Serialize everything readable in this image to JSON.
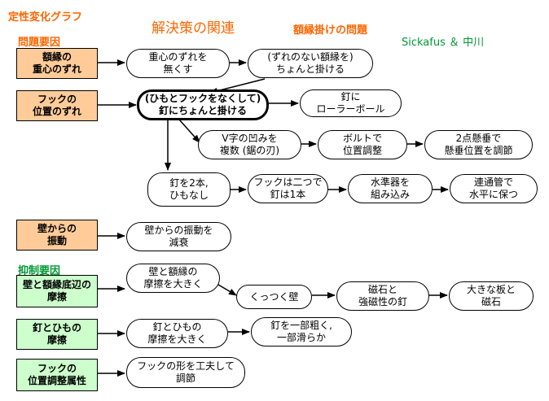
{
  "headers": {
    "diagram_type": "定性変化グラフ",
    "title": "解決策の関連",
    "subtitle": "額縁掛けの問題",
    "authors": "Sickafus ＆ 中川",
    "problem_factors_label": "問題要因",
    "suppression_factors_label": "抑制要因"
  },
  "causes": [
    {
      "label": "額縁の\n重心のずれ"
    },
    {
      "label": "フックの\n位置のずれ"
    },
    {
      "label": "壁からの\n振動"
    }
  ],
  "inhibitors": [
    {
      "label": "壁と額縁底辺の\n摩擦"
    },
    {
      "label": "釘とひもの\n摩擦"
    },
    {
      "label": "フックの\n位置調整属性"
    }
  ],
  "nodes": {
    "n1": "重心のずれを\n無くす",
    "n2": "(ずれのない額縁を)\nちょんと掛ける",
    "n3": "(ひもとフックをなくして)\n釘にちょんと掛ける",
    "n4": "釘に\nローラーボール",
    "n5": "V字の凹みを\n複数 (鋸の刃)",
    "n6": "ボルトで\n位置調整",
    "n7": "2点懸垂で\n懸垂位置を調節",
    "n8": "釘を2本,\nひもなし",
    "n9": "フックは二つで\n釘は1本",
    "n10": "水準器を\n組み込み",
    "n11": "連通管で\n水平に保つ",
    "n12": "壁からの振動を\n減衰",
    "n13": "壁と額縁の\n摩擦を大きく",
    "n14": "くっつく壁",
    "n15": "磁石と\n強磁性の釘",
    "n16": "大きな板と\n磁石",
    "n17": "釘とひもの\n摩擦を大きく",
    "n18": "釘を一部粗く,\n一部滑らか",
    "n19": "フックの形を工夫して\n調節"
  },
  "colors": {
    "header_orange": "#ff6600",
    "author_green": "#009933",
    "cause_fill": "#ffcc99",
    "inhibitor_fill": "#ccffcc"
  }
}
